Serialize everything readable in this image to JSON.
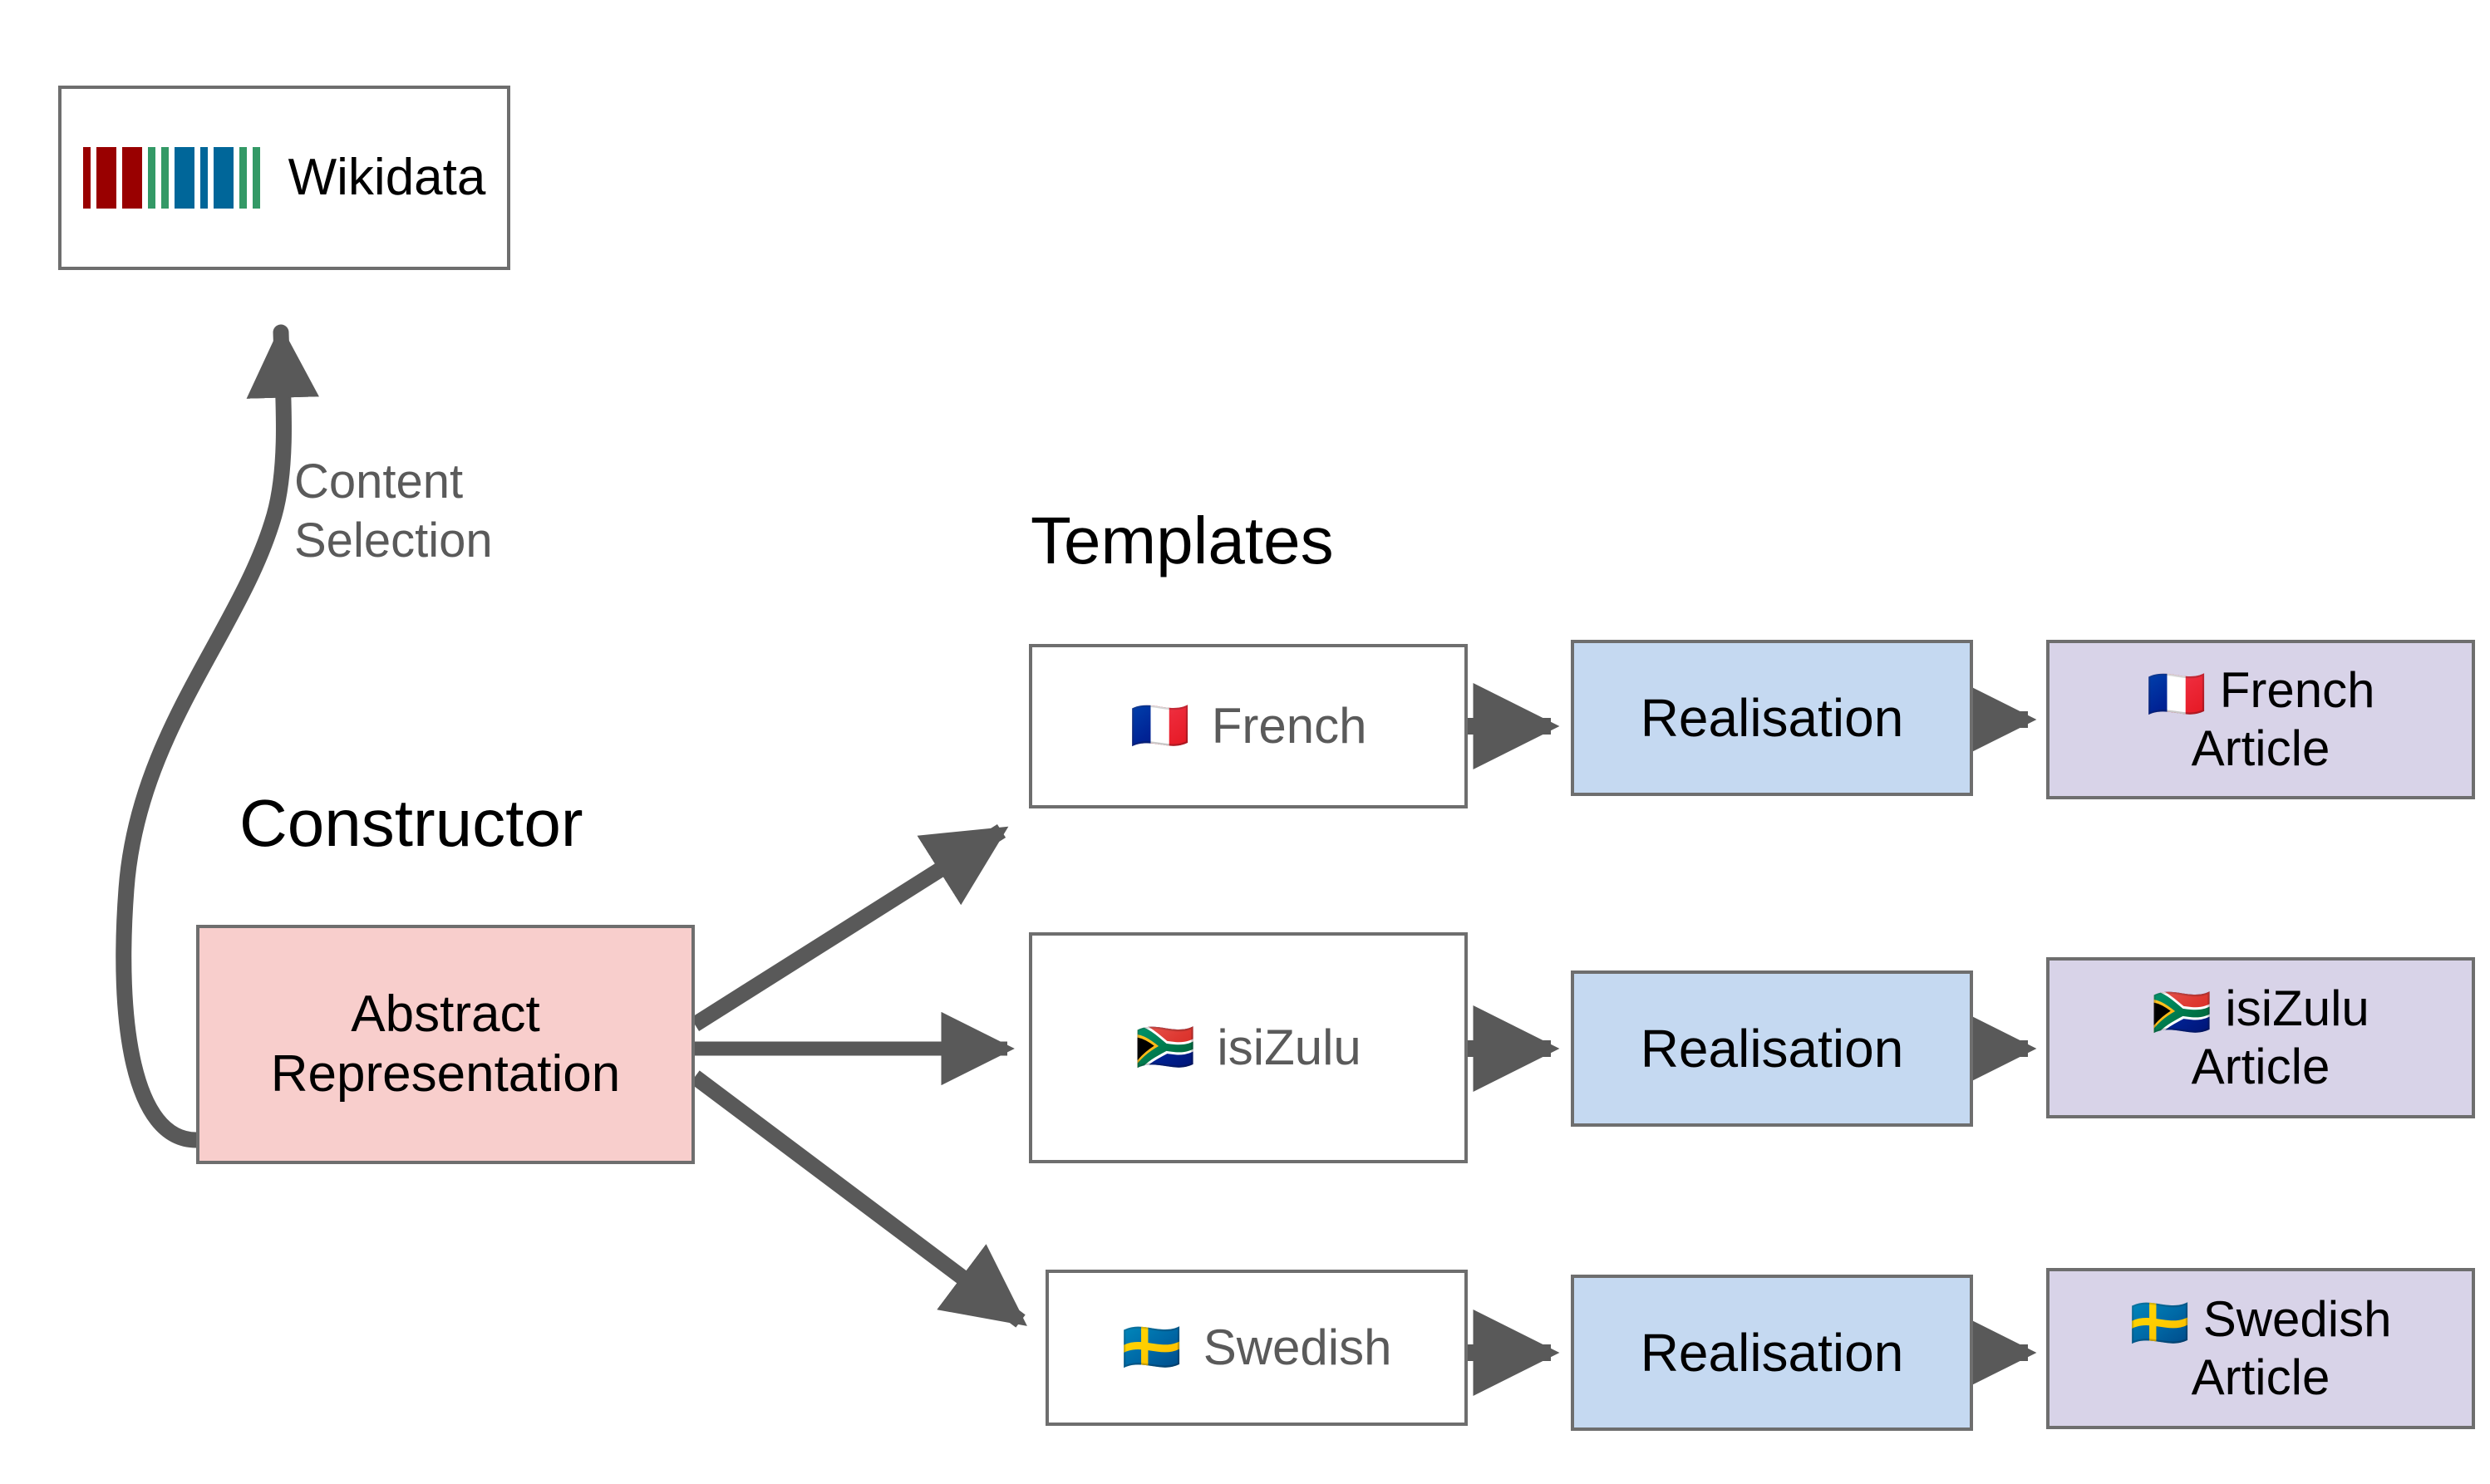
{
  "diagram": {
    "title_constructor": "Constructor",
    "title_templates": "Templates",
    "edge_label_content_selection": "Content\nSelection",
    "colors": {
      "abstract_fill": "#f8cecc",
      "template_fill": "#ffffff",
      "realisation_fill": "#c5d9f1",
      "article_fill": "#d8d3e8",
      "border": "#6e6e6e",
      "arrow": "#595959",
      "label_gray": "#5a5a5a",
      "wikidata_red": "#990000",
      "wikidata_green": "#339966",
      "wikidata_blue": "#006699"
    }
  },
  "wikidata": {
    "label": "Wikidata",
    "logo_bars": [
      {
        "color": "red",
        "weight": "thin"
      },
      {
        "color": "red",
        "weight": "thick"
      },
      {
        "color": "red",
        "weight": "thick"
      },
      {
        "color": "green",
        "weight": "thin"
      },
      {
        "color": "green",
        "weight": "thin"
      },
      {
        "color": "blue",
        "weight": "thick"
      },
      {
        "color": "blue",
        "weight": "thin"
      },
      {
        "color": "blue",
        "weight": "thick"
      },
      {
        "color": "green",
        "weight": "thin"
      },
      {
        "color": "green",
        "weight": "thin"
      }
    ]
  },
  "abstract": {
    "line1": "Abstract",
    "line2": "Representation"
  },
  "rows": [
    {
      "language": "French",
      "flag": "🇫🇷",
      "template_label": "French",
      "realisation_label": "Realisation",
      "article_line1": "French",
      "article_line2": "Article"
    },
    {
      "language": "isiZulu",
      "flag": "🇿🇦",
      "template_label": "isiZulu",
      "realisation_label": "Realisation",
      "article_line1": "isiZulu",
      "article_line2": "Article"
    },
    {
      "language": "Swedish",
      "flag": "🇸🇪",
      "template_label": "Swedish",
      "realisation_label": "Realisation",
      "article_line1": "Swedish",
      "article_line2": "Article"
    }
  ]
}
